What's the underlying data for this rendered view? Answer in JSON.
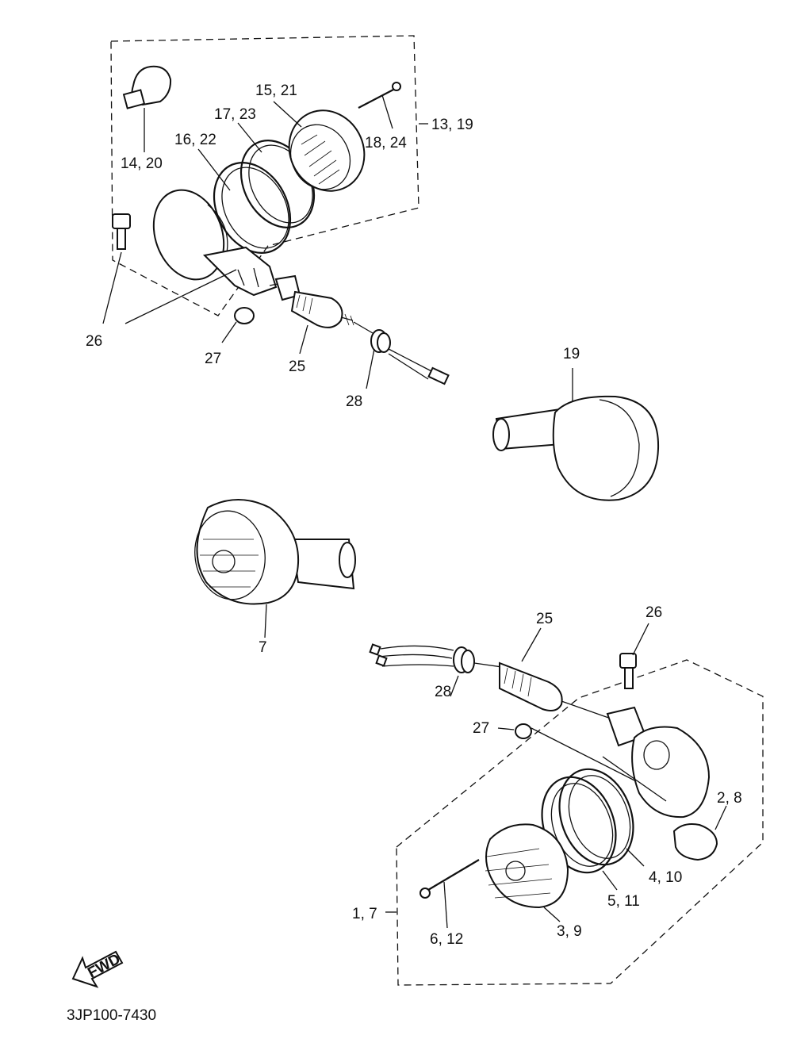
{
  "diagram_code": "3JP100-7430",
  "fwd_label": "FWD",
  "callouts": {
    "c_13_19": "13, 19",
    "c_14_20": "14, 20",
    "c_15_21": "15, 21",
    "c_16_22": "16, 22",
    "c_17_23": "17, 23",
    "c_18_24": "18, 24",
    "c_26_top": "26",
    "c_27_top": "27",
    "c_25_top": "25",
    "c_28_top": "28",
    "c_19": "19",
    "c_7": "7",
    "c_25_bot": "25",
    "c_26_bot": "26",
    "c_28_bot": "28",
    "c_27_bot": "27",
    "c_2_8": "2, 8",
    "c_4_10": "4, 10",
    "c_5_11": "5, 11",
    "c_1_7": "1, 7",
    "c_6_12": "6, 12",
    "c_3_9": "3, 9"
  }
}
